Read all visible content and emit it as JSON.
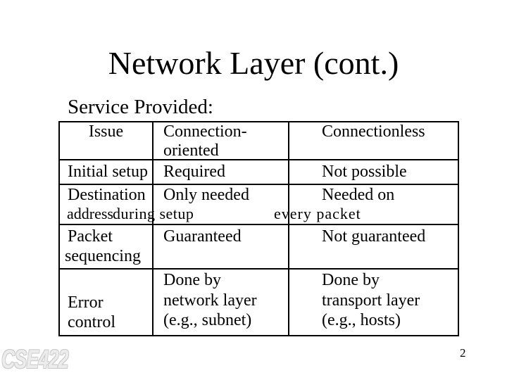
{
  "slide": {
    "title": "Network Layer (cont.)",
    "subtitle": "Service Provided:",
    "watermark": "CSE422",
    "page_number": "2"
  },
  "table": {
    "columns": [
      "Issue",
      "Connection-oriented",
      "Connectionless"
    ],
    "header": {
      "issue": "Issue",
      "connection_oriented_line1": "Connection-",
      "connection_oriented_line2": "oriented",
      "connectionless": "Connectionless"
    },
    "rows": [
      {
        "issue": "Initial setup",
        "connection_oriented": "Required",
        "connectionless": "Not possible"
      },
      {
        "issue_line1": "Destination",
        "issue_line2": "address",
        "connection_oriented_line1": "Only needed",
        "connection_oriented_line2": "during setup",
        "connectionless_line1": "Needed on",
        "connectionless_line2": "every packet"
      },
      {
        "issue_line1": "Packet",
        "issue_line2": "sequencing",
        "connection_oriented": "Guaranteed",
        "connectionless": "Not guaranteed"
      },
      {
        "issue_line1": "Error",
        "issue_line2": "control",
        "connection_oriented_line1": "Done by",
        "connection_oriented_line2": "network layer",
        "connection_oriented_line3": "(e.g., subnet)",
        "connectionless_line1": "Done by",
        "connectionless_line2": "transport layer",
        "connectionless_line3": "(e.g., hosts)"
      }
    ]
  }
}
